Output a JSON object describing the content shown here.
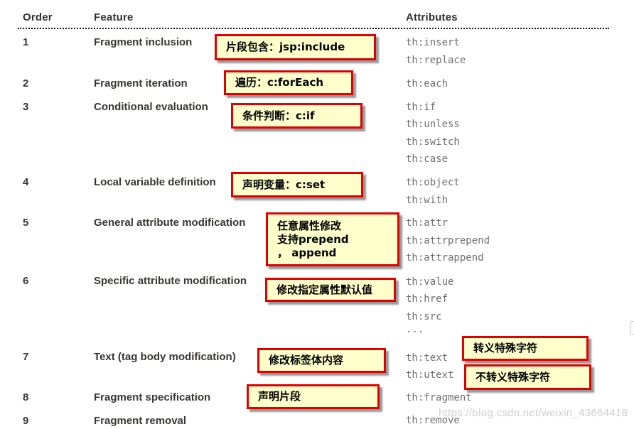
{
  "colors": {
    "note_background": "#ffffcc",
    "note_border": "#e00000",
    "attribute_text": "#6f6f6f",
    "body_text": "#3a3632",
    "watermark_text": "#cfcfcf"
  },
  "table": {
    "headers": {
      "order": "Order",
      "feature": "Feature",
      "attributes": "Attributes"
    },
    "rows": [
      {
        "order": "1",
        "feature": "Fragment inclusion",
        "attributes": [
          "th:insert",
          "th:replace"
        ]
      },
      {
        "order": "2",
        "feature": "Fragment iteration",
        "attributes": [
          "th:each"
        ]
      },
      {
        "order": "3",
        "feature": "Conditional evaluation",
        "attributes": [
          "th:if",
          "th:unless",
          "th:switch",
          "th:case"
        ]
      },
      {
        "order": "4",
        "feature": "Local variable definition",
        "attributes": [
          "th:object",
          "th:with"
        ]
      },
      {
        "order": "5",
        "feature": "General attribute modification",
        "attributes": [
          "th:attr",
          "th:attrprepend",
          "th:attrappend"
        ]
      },
      {
        "order": "6",
        "feature": "Specific attribute modification",
        "attributes": [
          "th:value",
          "th:href",
          "th:src",
          "..."
        ]
      },
      {
        "order": "7",
        "feature": "Text (tag body modification)",
        "attributes": [
          "th:text",
          "th:utext"
        ]
      },
      {
        "order": "8",
        "feature": "Fragment specification",
        "attributes": [
          "th:fragment"
        ]
      },
      {
        "order": "9",
        "feature": "Fragment removal",
        "attributes": [
          "th:remove"
        ]
      }
    ]
  },
  "annotations": [
    {
      "text": "片段包含：jsp:include"
    },
    {
      "text": "遍历：c:forEach"
    },
    {
      "text": "条件判断：c:if"
    },
    {
      "text": "声明变量：c:set"
    },
    {
      "text": "任意属性修改\n支持prepend\n， append"
    },
    {
      "text": "修改指定属性默认值"
    },
    {
      "text": "修改标签体内容"
    },
    {
      "text": "转义特殊字符"
    },
    {
      "text": "不转义特殊字符"
    },
    {
      "text": "声明片段"
    }
  ],
  "watermark": {
    "text": "https://blog.csdn.net/weixin_43664418"
  }
}
